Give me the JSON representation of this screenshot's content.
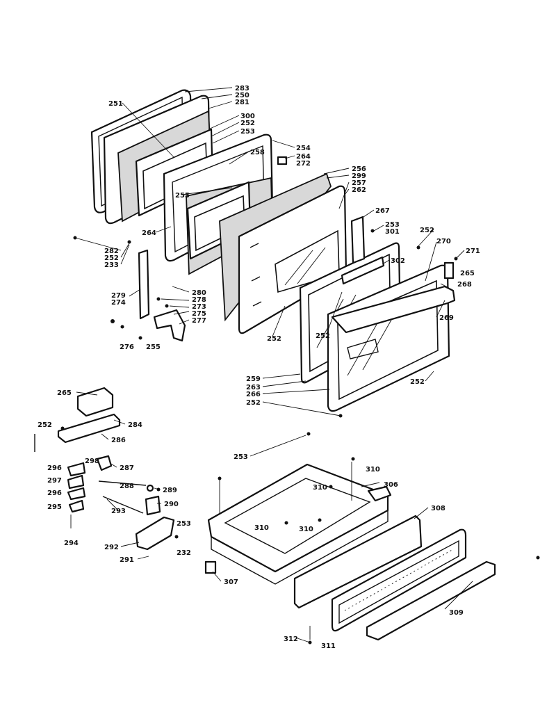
{
  "callouts": {
    "c283": "283",
    "c250": "250",
    "c281": "281",
    "c251": "251",
    "c300": "300",
    "c252a": "252",
    "c253a": "253",
    "c258": "258",
    "c254": "254",
    "c264a": "264",
    "c272": "272",
    "c256": "256",
    "c299": "299",
    "c257": "257",
    "c262": "262",
    "c255a": "255",
    "c264b": "264",
    "c267": "267",
    "c253b": "253",
    "c301": "301",
    "c252b": "252",
    "c270": "270",
    "c271": "271",
    "c265a": "265",
    "c268": "268",
    "c302": "302",
    "c269": "269",
    "c282": "282",
    "c252c": "252",
    "c233": "233",
    "c279": "279",
    "c274": "274",
    "c280": "280",
    "c278": "278",
    "c273": "273",
    "c275": "275",
    "c277": "277",
    "c276": "276",
    "c255b": "255",
    "c252d": "252",
    "c252e": "252",
    "c252f": "252",
    "c259": "259",
    "c263": "263",
    "c266": "266",
    "c252g": "252",
    "c265b": "265",
    "c252h": "252",
    "c284": "284",
    "c286": "286",
    "c296": "296",
    "c298": "298",
    "c287": "287",
    "c297": "297",
    "c288": "288",
    "c289": "289",
    "c296b": "296",
    "c290": "290",
    "c295": "295",
    "c293": "293",
    "c294": "294",
    "c292": "292",
    "c253c": "253",
    "c232": "232",
    "c291": "291",
    "c253d": "253",
    "c310a": "310",
    "c310b": "310",
    "c306": "306",
    "c310c": "310",
    "c310d": "310",
    "c308": "308",
    "c307": "307",
    "c309": "309",
    "c312": "312",
    "c311": "311"
  }
}
